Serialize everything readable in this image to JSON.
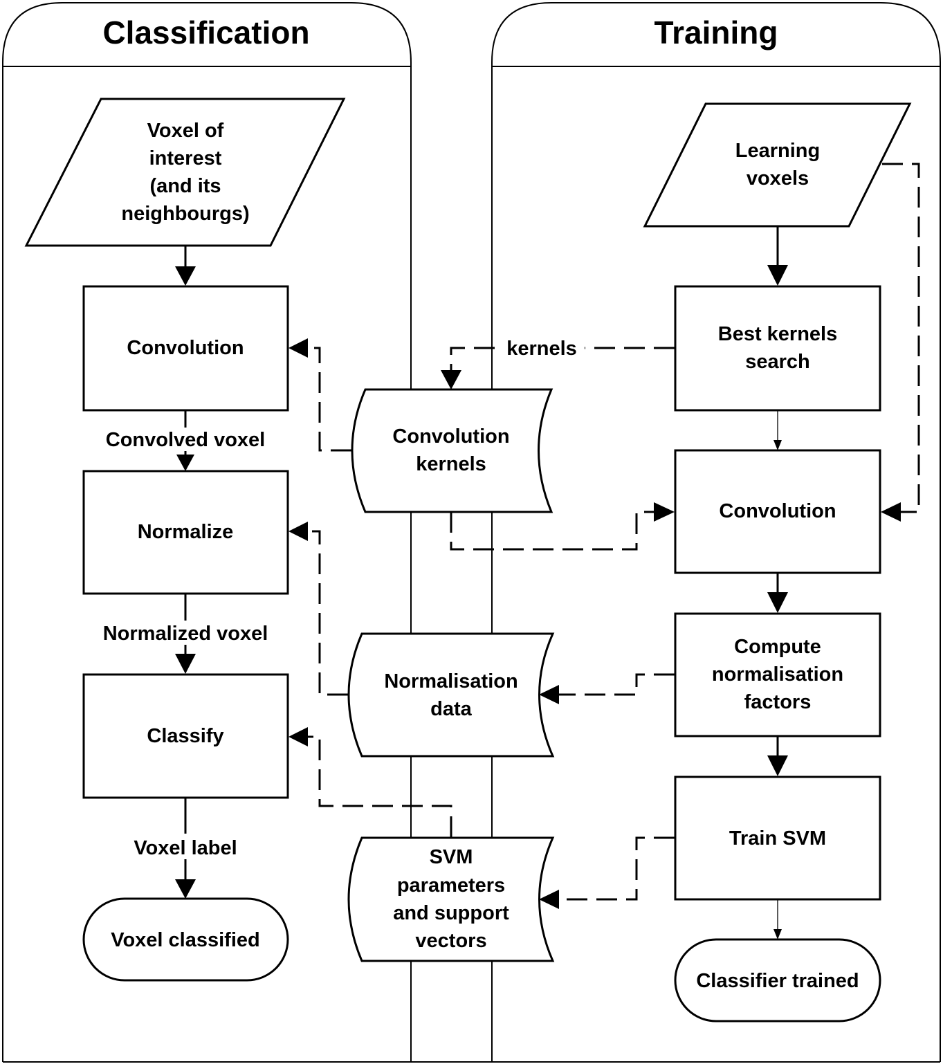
{
  "lanes": {
    "classification_title": "Classification",
    "training_title": "Training"
  },
  "classification": {
    "input": [
      "Voxel of",
      "interest",
      "(and its",
      "neighbourgs)"
    ],
    "convolution": "Convolution",
    "convolved_voxel": "Convolved voxel",
    "normalize": "Normalize",
    "normalized_voxel": "Normalized voxel",
    "classify": "Classify",
    "voxel_label": "Voxel label",
    "end": "Voxel classified"
  },
  "stores": {
    "kernels": [
      "Convolution",
      "kernels"
    ],
    "normalisation": [
      "Normalisation",
      "data"
    ],
    "svm": [
      "SVM",
      "parameters",
      "and support",
      "vectors"
    ],
    "kernels_edge_label": "kernels"
  },
  "training": {
    "input": [
      "Learning",
      "voxels"
    ],
    "best_kernels": [
      "Best kernels",
      "search"
    ],
    "convolution": "Convolution",
    "compute": [
      "Compute",
      "normalisation",
      "factors"
    ],
    "train_svm": "Train SVM",
    "end": "Classifier trained"
  }
}
